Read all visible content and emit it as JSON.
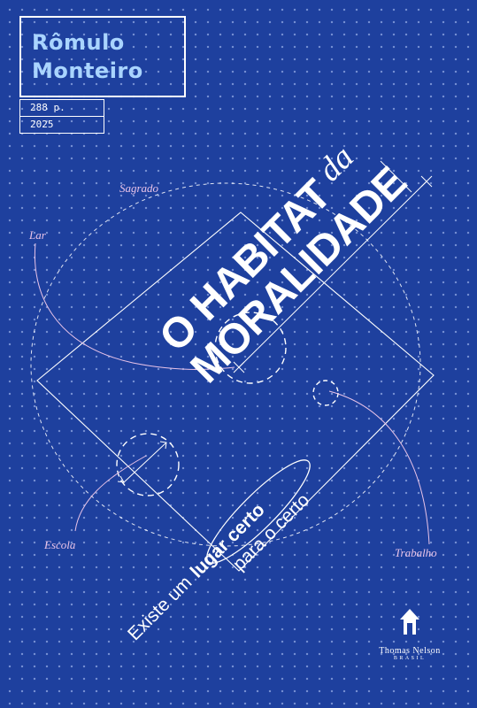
{
  "cover": {
    "author_first": "Rômulo",
    "author_last": "Monteiro",
    "pages": "288 p.",
    "year": "2025",
    "title_line1": "O HABITAT",
    "title_da": "da",
    "title_line2": "MORALIDADE",
    "subtitle_part1": "Existe um",
    "subtitle_bold": "lugar certo",
    "subtitle_part2": "para o certo",
    "labels": {
      "sagrado": "Sagrado",
      "lar": "Lar",
      "escola": "Escola",
      "trabalho": "Trabalho"
    },
    "publisher_name": "Thomas Nelson",
    "publisher_sub": "BRASIL",
    "colors": {
      "background": "#1e409e",
      "author_text": "#a9d4ff",
      "label_text": "#e8c3e8",
      "lines": "#ffffff"
    },
    "icons": {
      "publisher_logo": "house-logo-icon"
    }
  }
}
